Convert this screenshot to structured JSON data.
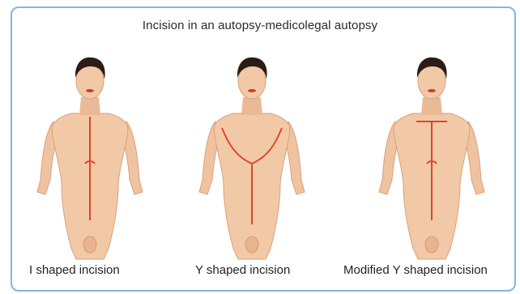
{
  "title": "Incision in an autopsy-medicolegal autopsy",
  "figures": [
    {
      "caption": "I shaped incision",
      "incision_type": "I-shaped"
    },
    {
      "caption": "Y shaped incision",
      "incision_type": "Y-shaped"
    },
    {
      "caption": "Modified Y shaped incision",
      "incision_type": "modified-Y-shaped"
    }
  ],
  "colors": {
    "border": "#7fb8e6",
    "skin": "#f2c9a6",
    "skin_shadow": "#e2a988",
    "hair": "#2b1d16",
    "incision": "#e0452f"
  }
}
